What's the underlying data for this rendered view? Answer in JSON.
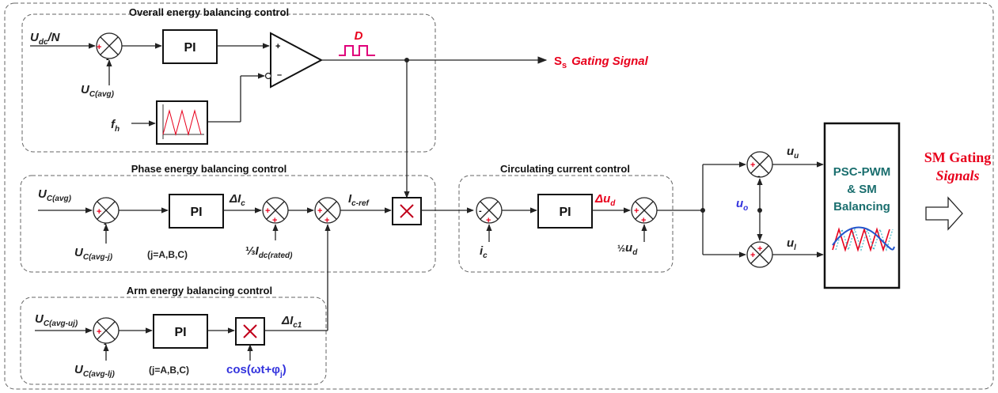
{
  "groups": {
    "overall": "Overall energy balancing control",
    "phase": "Phase energy balancing control",
    "arm": "Arm energy balancing control",
    "circulating": "Circulating current control"
  },
  "blocks": {
    "pi": "PI",
    "multiply": "×",
    "psc_line1": "PSC-PWM",
    "psc_line2": "& SM",
    "psc_line3": "Balancing"
  },
  "signals": {
    "udc_main": "U",
    "udc_sub": "dc",
    "udc_tail": "/N",
    "ucavg_main": "U",
    "ucavg_sub": "C(avg)",
    "fh_main": "f",
    "fh_sub": "h",
    "D": "D",
    "ss_main": "S",
    "ss_sub": "s",
    "ss_gating": "Gating Signal",
    "ucavg_j_main": "U",
    "ucavg_j_sub": "C(avg-j)",
    "j_abc": "(j=A,B,C)",
    "delta_ic_main": "ΔI",
    "delta_ic_sub": "c",
    "third_idc_frac": "⅓",
    "third_idc_main": "I",
    "third_idc_sub": "dc(rated)",
    "icref_main": "I",
    "icref_sub": "c-ref",
    "ucavg_uj_main": "U",
    "ucavg_uj_sub": "C(avg-uj)",
    "ucavg_lj_main": "U",
    "ucavg_lj_sub": "C(avg-lj)",
    "delta_ic1_main": "ΔI",
    "delta_ic1_sub": "c1",
    "cos_text": "cos(ωt+φ",
    "cos_sub": "j",
    "cos_close": ")",
    "ic_main": "i",
    "ic_sub": "c",
    "delta_ud_main": "Δu",
    "delta_ud_sub": "d",
    "half_ud_frac": "½",
    "half_ud_main": "u",
    "half_ud_sub": "d",
    "uo_main": "u",
    "uo_sub": "o",
    "uu_main": "u",
    "uu_sub": "u",
    "ul_main": "u",
    "ul_sub": "l",
    "sm_gating_line1": "SM Gating",
    "sm_gating_line2": "Signals",
    "plus": "+",
    "minus": "-"
  },
  "colors": {
    "red": "#e8001c",
    "blue": "#3333dd",
    "teal": "#1a6e6e",
    "pink": "#e0007a",
    "wave_red": "#e8001c",
    "wave_blue": "#2255cc"
  }
}
